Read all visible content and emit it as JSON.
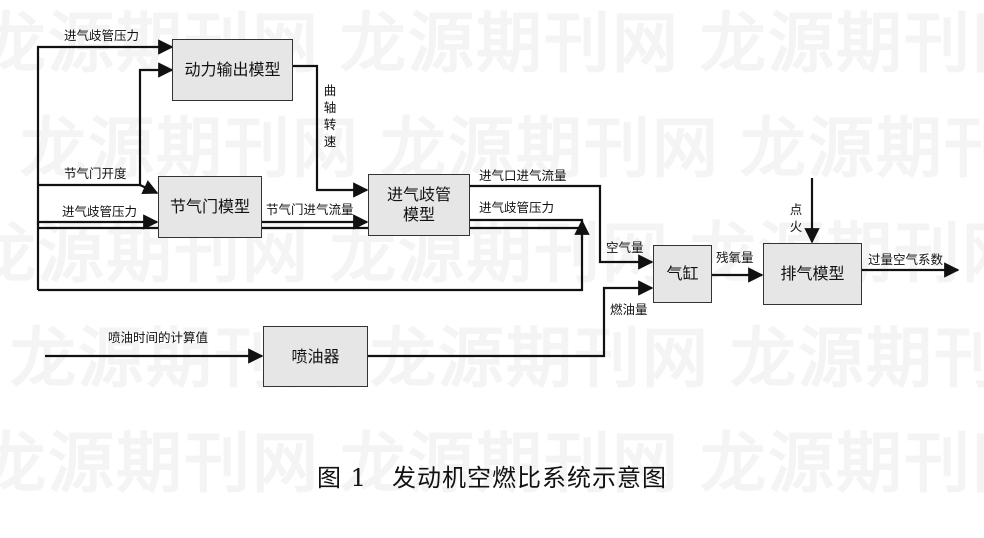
{
  "watermark": "龙源期刊网",
  "blocks": {
    "power_output": "动力输出模型",
    "throttle": "节气门模型",
    "intake_manifold": "进气歧管模型",
    "cylinder": "气缸",
    "exhaust": "排气模型",
    "injector": "喷油器"
  },
  "signals": {
    "manifold_pressure_top": "进气歧管压力",
    "throttle_opening": "节气门开度",
    "manifold_pressure_mid": "进气歧管压力",
    "crank_speed": "曲轴转速",
    "throttle_flow": "节气门进气流量",
    "port_flow": "进气口进气流量",
    "manifold_pressure_out": "进气歧管压力",
    "air_mass": "空气量",
    "fuel_mass": "燃油量",
    "residual_oxygen": "残氧量",
    "ignition": "点火",
    "excess_air": "过量空气系数",
    "injection_time": "喷油时间的计算值"
  },
  "caption": "图 1　发动机空燃比系统示意图"
}
